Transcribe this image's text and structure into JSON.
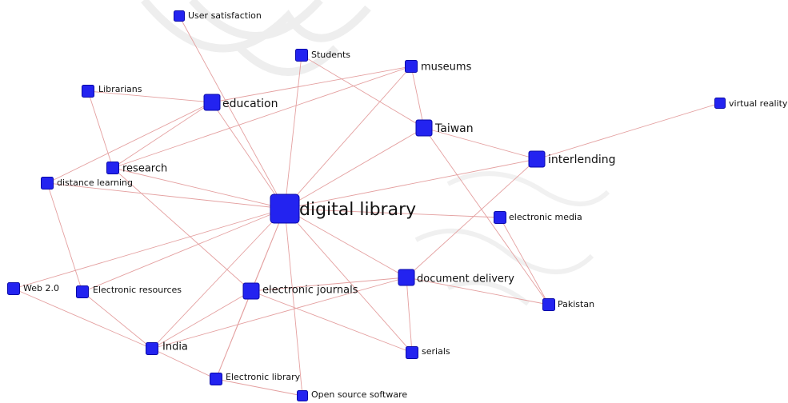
{
  "network": {
    "edge_color": "#e4a0a0",
    "node_fill": "#2323f0",
    "node_stroke": "#0a0aa8",
    "label_color": "#111111",
    "nodes": [
      {
        "id": "digital-library",
        "label": "digital library",
        "size": "xl"
      },
      {
        "id": "education",
        "label": "education",
        "size": "m"
      },
      {
        "id": "students",
        "label": "Students",
        "size": "s"
      },
      {
        "id": "museums",
        "label": "museums",
        "size": "s"
      },
      {
        "id": "taiwan",
        "label": "Taiwan",
        "size": "m"
      },
      {
        "id": "interlending",
        "label": "interlending",
        "size": "m"
      },
      {
        "id": "virtual-reality",
        "label": "virtual reality",
        "size": "xs"
      },
      {
        "id": "user-satisfaction",
        "label": "User satisfaction",
        "size": "xs"
      },
      {
        "id": "librarians",
        "label": "Librarians",
        "size": "s"
      },
      {
        "id": "research",
        "label": "research",
        "size": "s"
      },
      {
        "id": "distance-learning",
        "label": "distance learning",
        "size": "s"
      },
      {
        "id": "electronic-media",
        "label": "electronic media",
        "size": "s"
      },
      {
        "id": "document-delivery",
        "label": "document delivery",
        "size": "m"
      },
      {
        "id": "pakistan",
        "label": "Pakistan",
        "size": "s"
      },
      {
        "id": "web-2-0",
        "label": "Web 2.0",
        "size": "s"
      },
      {
        "id": "electronic-resources",
        "label": "Electronic resources",
        "size": "s"
      },
      {
        "id": "electronic-journals",
        "label": "electronic journals",
        "size": "m"
      },
      {
        "id": "serials",
        "label": "serials",
        "size": "s"
      },
      {
        "id": "india",
        "label": "India",
        "size": "s"
      },
      {
        "id": "electronic-library",
        "label": "Electronic library",
        "size": "s"
      },
      {
        "id": "open-source-software",
        "label": "Open source software",
        "size": "xs"
      }
    ],
    "edges": [
      [
        "digital-library",
        "education"
      ],
      [
        "digital-library",
        "students"
      ],
      [
        "digital-library",
        "museums"
      ],
      [
        "digital-library",
        "taiwan"
      ],
      [
        "digital-library",
        "interlending"
      ],
      [
        "digital-library",
        "user-satisfaction"
      ],
      [
        "digital-library",
        "research"
      ],
      [
        "digital-library",
        "distance-learning"
      ],
      [
        "digital-library",
        "electronic-media"
      ],
      [
        "digital-library",
        "document-delivery"
      ],
      [
        "digital-library",
        "web-2-0"
      ],
      [
        "digital-library",
        "electronic-resources"
      ],
      [
        "digital-library",
        "electronic-journals"
      ],
      [
        "digital-library",
        "serials"
      ],
      [
        "digital-library",
        "india"
      ],
      [
        "digital-library",
        "electronic-library"
      ],
      [
        "digital-library",
        "open-source-software"
      ],
      [
        "education",
        "librarians"
      ],
      [
        "education",
        "research"
      ],
      [
        "education",
        "distance-learning"
      ],
      [
        "education",
        "museums"
      ],
      [
        "students",
        "taiwan"
      ],
      [
        "museums",
        "taiwan"
      ],
      [
        "museums",
        "research"
      ],
      [
        "taiwan",
        "interlending"
      ],
      [
        "taiwan",
        "pakistan"
      ],
      [
        "interlending",
        "virtual-reality"
      ],
      [
        "interlending",
        "document-delivery"
      ],
      [
        "librarians",
        "research"
      ],
      [
        "research",
        "electronic-journals"
      ],
      [
        "distance-learning",
        "electronic-resources"
      ],
      [
        "document-delivery",
        "electronic-journals"
      ],
      [
        "document-delivery",
        "serials"
      ],
      [
        "document-delivery",
        "india"
      ],
      [
        "document-delivery",
        "pakistan"
      ],
      [
        "electronic-media",
        "pakistan"
      ],
      [
        "electronic-journals",
        "serials"
      ],
      [
        "electronic-journals",
        "india"
      ],
      [
        "electronic-journals",
        "electronic-library"
      ],
      [
        "web-2-0",
        "india"
      ],
      [
        "electronic-resources",
        "india"
      ],
      [
        "india",
        "electronic-library"
      ],
      [
        "electronic-library",
        "open-source-software"
      ]
    ]
  }
}
